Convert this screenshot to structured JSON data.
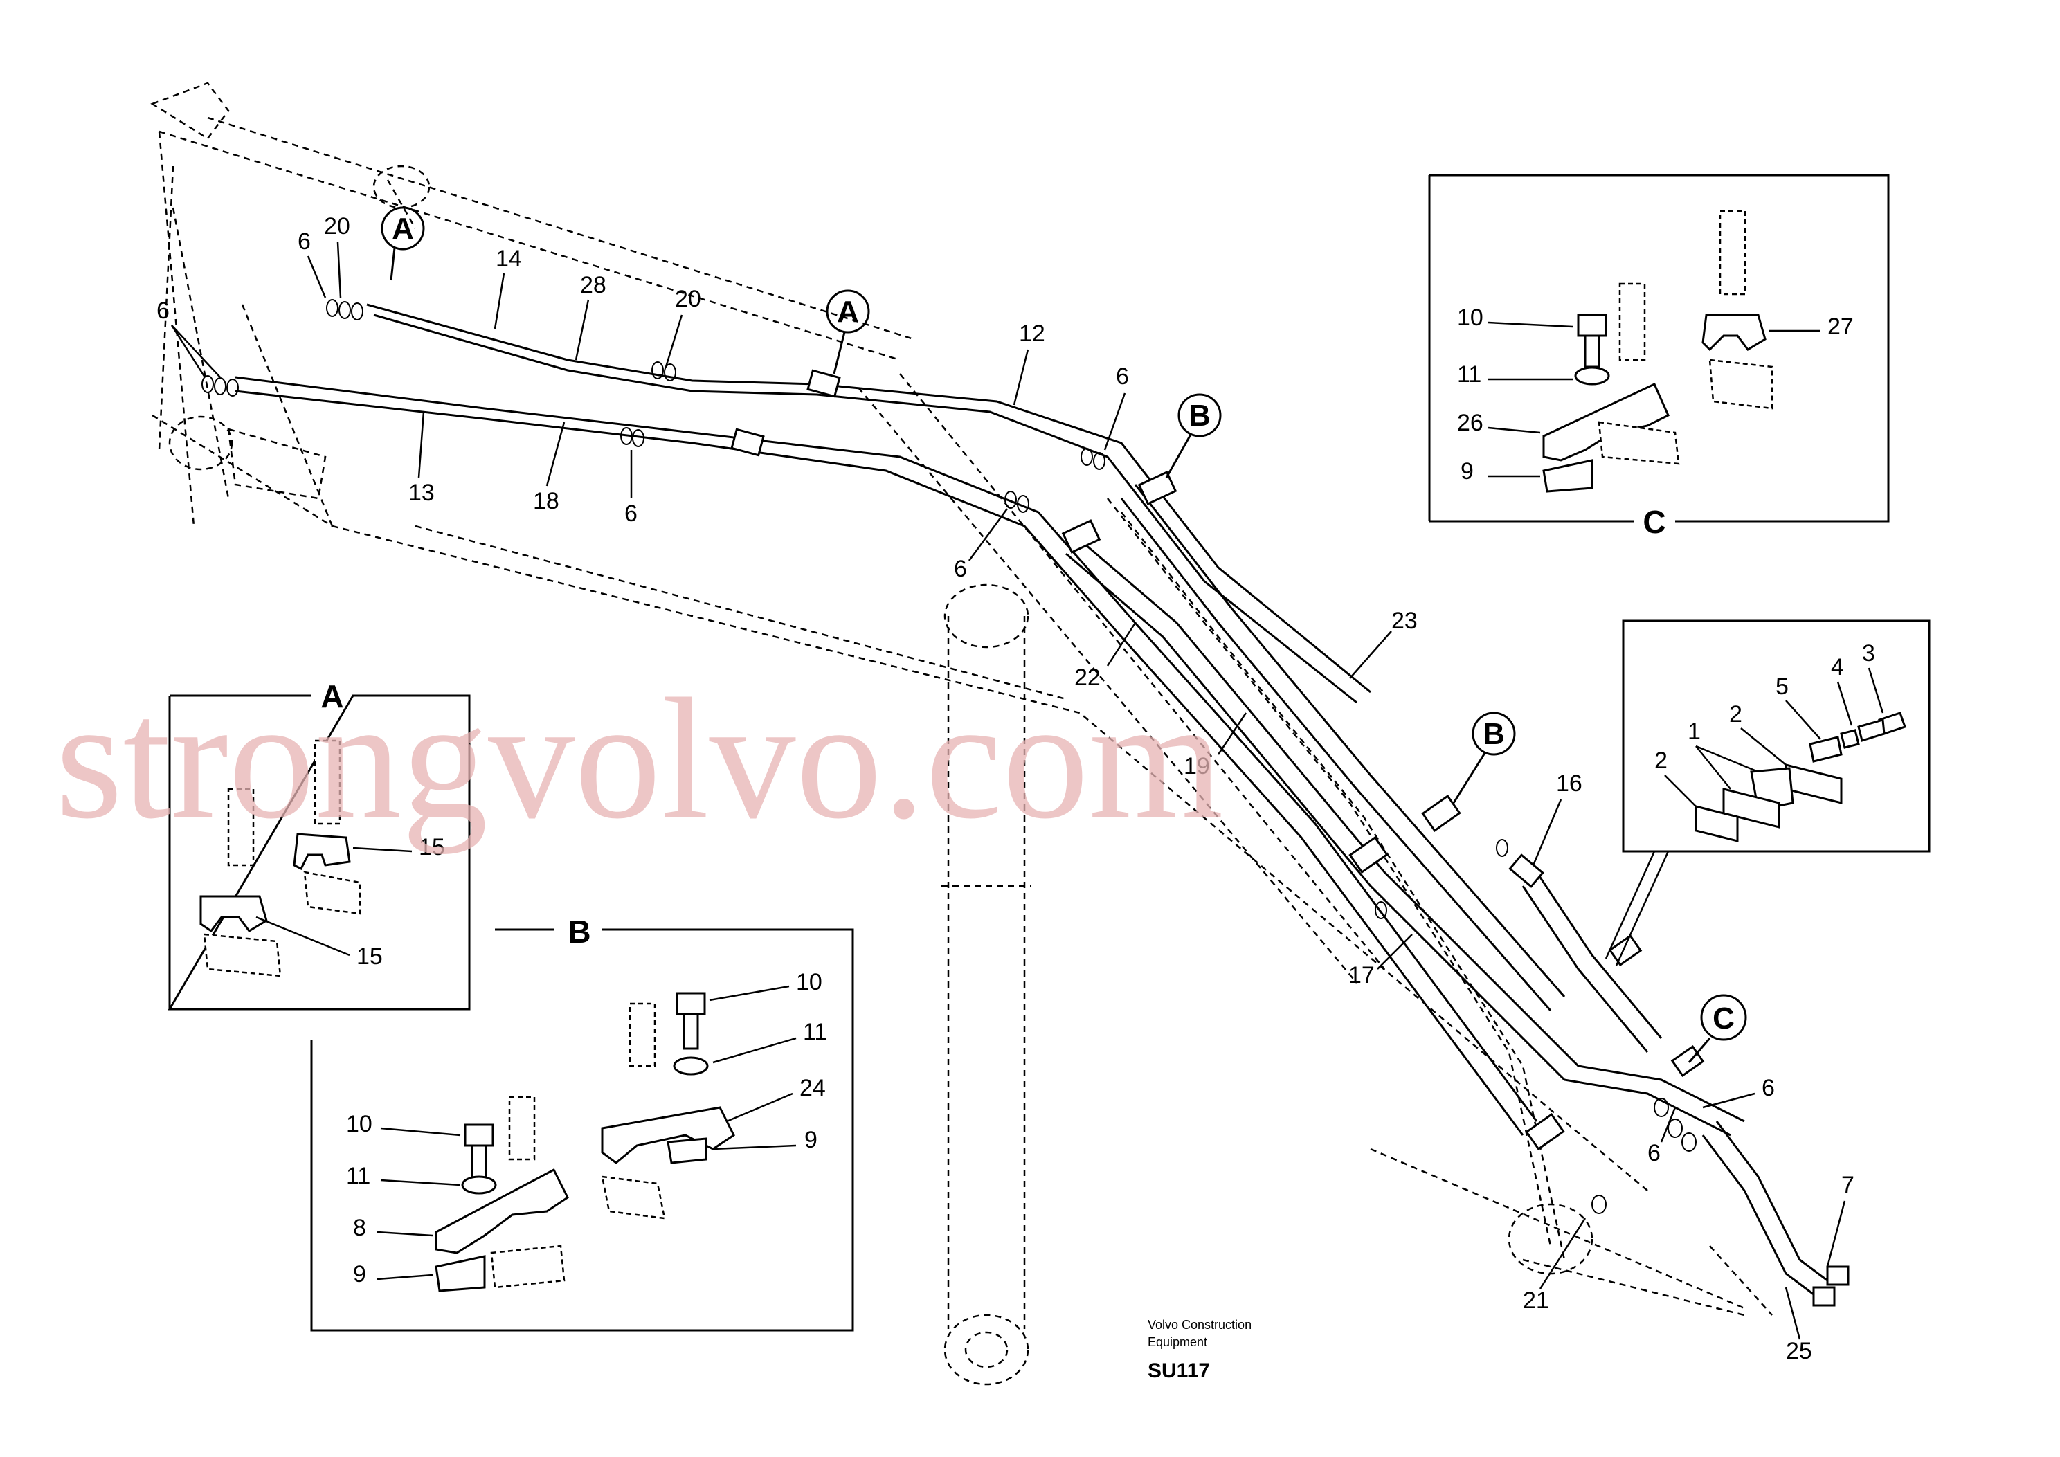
{
  "watermark": "strongvolvo.com",
  "credit": {
    "line1": "Volvo Construction",
    "line2": "Equipment",
    "sheet": "SU117"
  },
  "callouts": {
    "a1": "A",
    "a2": "A",
    "b1": "B",
    "b2": "B",
    "c1": "C"
  },
  "main_labels": {
    "l6a": "6",
    "l20a": "20",
    "l14": "14",
    "l28": "28",
    "l20b": "20",
    "l12": "12",
    "l6b": "6",
    "l13": "13",
    "l18": "18",
    "l6c": "6",
    "l6d": "6",
    "l6e": "6",
    "l22": "22",
    "l23": "23",
    "l19": "19",
    "l16": "16",
    "l17": "17",
    "l6f": "6",
    "l6g": "6",
    "l7": "7",
    "l21": "21",
    "l25": "25"
  },
  "detail_a": {
    "title": "A",
    "labels": [
      "15",
      "15"
    ]
  },
  "detail_b": {
    "title": "B",
    "labels": [
      "10",
      "11",
      "24",
      "9",
      "10",
      "11",
      "8",
      "9"
    ]
  },
  "detail_c": {
    "title": "C",
    "labels": [
      "10",
      "11",
      "26",
      "9",
      "27"
    ]
  },
  "detail_d": {
    "labels": [
      "3",
      "4",
      "5",
      "2",
      "1",
      "2"
    ]
  }
}
